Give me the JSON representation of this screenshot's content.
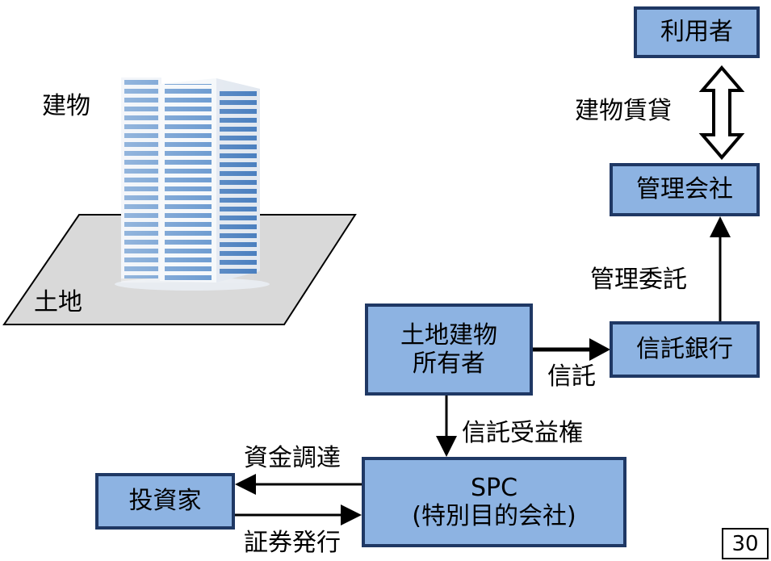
{
  "illustration": {
    "building_label": "建物",
    "land_label": "土地"
  },
  "boxes": {
    "user": "利用者",
    "management_company": "管理会社",
    "trust_bank": "信託銀行",
    "owner_line1": "土地建物",
    "owner_line2": "所有者",
    "spc_line1": "SPC",
    "spc_line2": "(特別目的会社)",
    "investor": "投資家"
  },
  "flows": {
    "building_lease": "建物賃貸",
    "management_entrustment": "管理委託",
    "trust": "信託",
    "trust_beneficiary_right": "信託受益権",
    "fund_raising": "資金調達",
    "securities_issuance": "証券発行"
  },
  "page_number": "30",
  "colors": {
    "box_fill": "#8db3e2",
    "box_border": "#1f3864",
    "land_fill": "#d9d9d9",
    "building_facade": "#f2f5f9",
    "building_window": "#5b8fcb"
  }
}
